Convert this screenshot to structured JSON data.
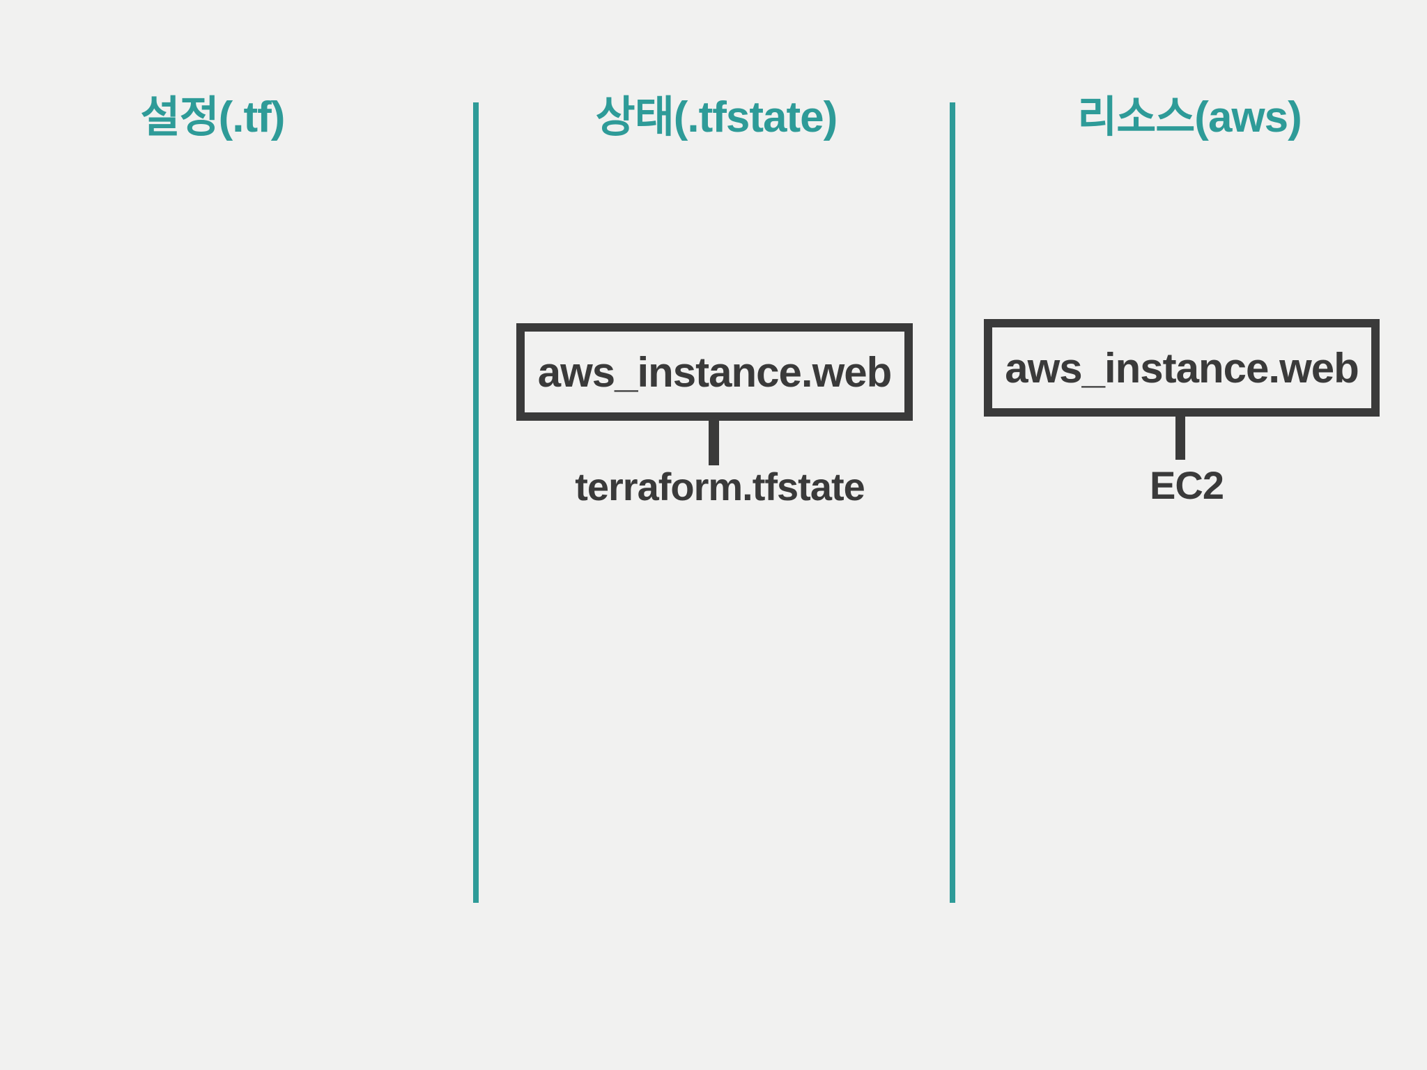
{
  "slide": {
    "background_color": "#f1f1f0",
    "topic": "terraform state diagram"
  },
  "colors": {
    "accent_teal": "#2e9b98",
    "dark_ink": "#3a3a3a"
  },
  "columns": [
    {
      "id": "config",
      "header": "설정(.tf)"
    },
    {
      "id": "state",
      "header": "상태(.tfstate)"
    },
    {
      "id": "resource",
      "header": "리소스(aws)"
    }
  ],
  "diagram": {
    "state_node": {
      "box_label": "aws_instance.web",
      "caption": "terraform.tfstate"
    },
    "resource_node": {
      "box_label": "aws_instance.web",
      "caption": "EC2"
    }
  }
}
